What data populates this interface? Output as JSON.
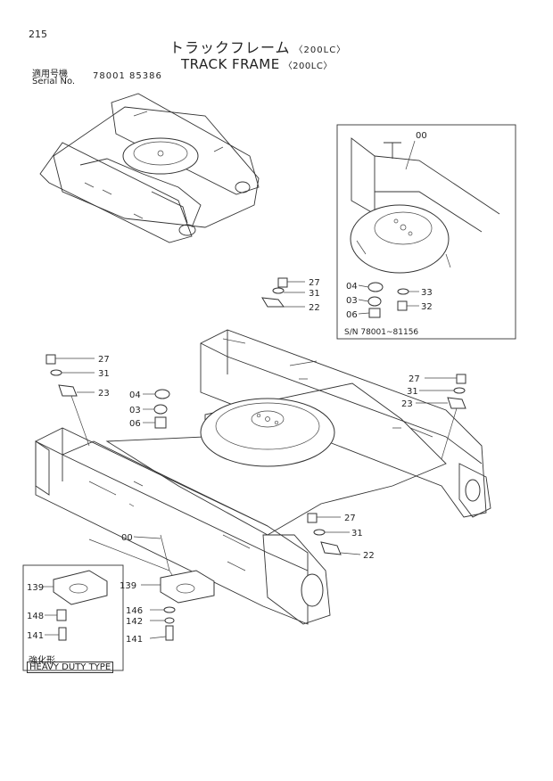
{
  "page_number": "215",
  "title": {
    "japanese": "トラックフレーム",
    "japanese_variant": "〈200LC〉",
    "english": "TRACK FRAME",
    "english_variant": "〈200LC〉"
  },
  "serial": {
    "label_jp": "適用号機",
    "label_en": "Serial No.",
    "range": "78001 85386"
  },
  "inset": {
    "serial_note": "S/N 78001~81156",
    "callouts": [
      "00",
      "27",
      "31",
      "22",
      "04",
      "03",
      "06",
      "33",
      "32"
    ]
  },
  "main_callouts": {
    "left": [
      "27",
      "31",
      "23"
    ],
    "center": [
      "04",
      "03",
      "06"
    ],
    "right": [
      "27",
      "31",
      "23"
    ],
    "front_right": [
      "27",
      "31",
      "22"
    ],
    "frame": "00",
    "shoe": [
      "139",
      "146",
      "142",
      "141"
    ]
  },
  "heavy_duty": {
    "label_jp": "強化形",
    "label_en": "HEAVY DUTY TYPE",
    "callouts": [
      "139",
      "148",
      "141"
    ]
  }
}
